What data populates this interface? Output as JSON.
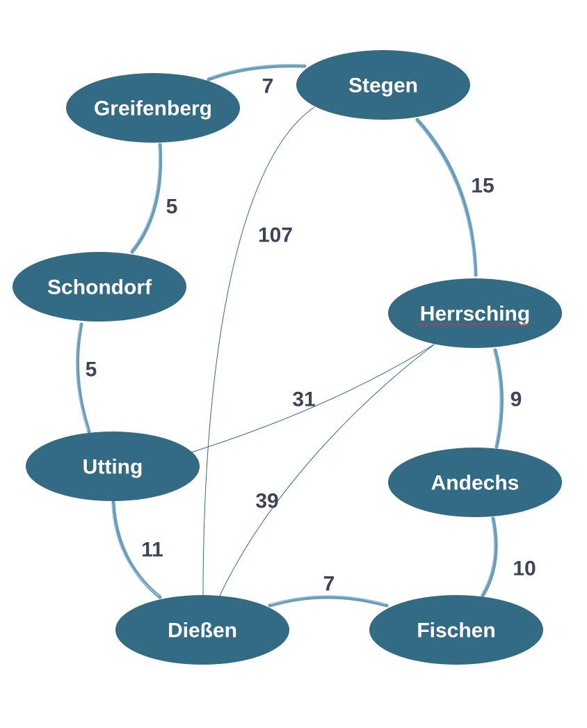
{
  "nodes": [
    {
      "id": "stegen",
      "label": "Stegen"
    },
    {
      "id": "greifenberg",
      "label": "Greifenberg"
    },
    {
      "id": "schondorf",
      "label": "Schondorf"
    },
    {
      "id": "herrsching",
      "label": "Herrsching"
    },
    {
      "id": "utting",
      "label": "Utting"
    },
    {
      "id": "andechs",
      "label": "Andechs"
    },
    {
      "id": "diessen",
      "label": "Dießen"
    },
    {
      "id": "fischen",
      "label": "Fischen"
    }
  ],
  "edges": [
    {
      "from": "greifenberg",
      "to": "stegen",
      "weight": "7"
    },
    {
      "from": "stegen",
      "to": "herrsching",
      "weight": "15"
    },
    {
      "from": "greifenberg",
      "to": "schondorf",
      "weight": "5"
    },
    {
      "from": "stegen",
      "to": "diessen",
      "weight": "107"
    },
    {
      "from": "schondorf",
      "to": "utting",
      "weight": "5"
    },
    {
      "from": "herrsching",
      "to": "utting",
      "weight": "31"
    },
    {
      "from": "herrsching",
      "to": "andechs",
      "weight": "9"
    },
    {
      "from": "herrsching",
      "to": "diessen",
      "weight": "39"
    },
    {
      "from": "utting",
      "to": "diessen",
      "weight": "11"
    },
    {
      "from": "diessen",
      "to": "fischen",
      "weight": "7"
    },
    {
      "from": "andechs",
      "to": "fischen",
      "weight": "10"
    }
  ],
  "colors": {
    "node_fill": "#336a84",
    "node_text": "#ffffff",
    "edge": "#4f8cad",
    "edge_label": "#3d4458"
  }
}
